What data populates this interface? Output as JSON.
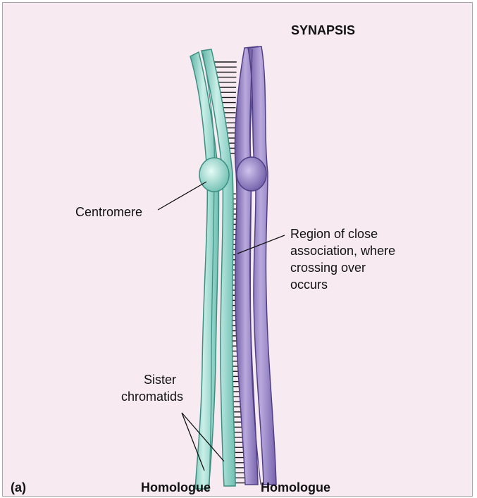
{
  "title": "SYNAPSIS",
  "panel_label": "(a)",
  "labels": {
    "centromere": "Centromere",
    "region_line1": "Region of close",
    "region_line2": "association, where",
    "region_line3": "crossing over",
    "region_line4": "occurs",
    "sister_line1": "Sister",
    "sister_line2": "chromatids",
    "homologue_left": "Homologue",
    "homologue_right": "Homologue"
  },
  "colors": {
    "panel_background": "#f7ebf1",
    "homologue_left": "#9bd4c9",
    "homologue_right": "#9a86c4"
  }
}
